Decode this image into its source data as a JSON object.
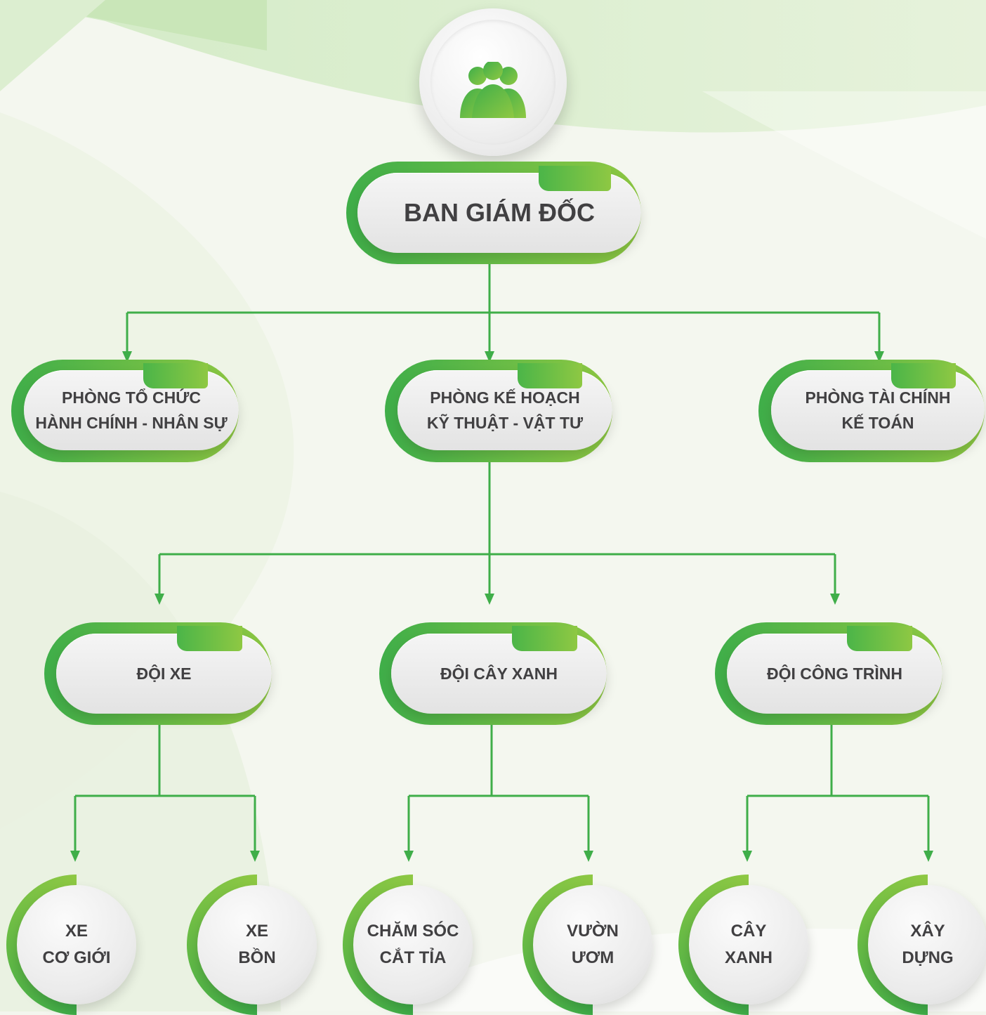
{
  "colors": {
    "accent_dark": "#3fae49",
    "accent_light": "#8ec843",
    "text": "#414042",
    "connector": "#3fae49"
  },
  "icon": "people-group-icon",
  "root": {
    "label": "BAN GIÁM ĐỐC"
  },
  "departments": [
    {
      "lines": [
        "PHÒNG TỔ CHỨC",
        "HÀNH CHÍNH - NHÂN SỰ"
      ]
    },
    {
      "lines": [
        "PHÒNG KẾ HOẠCH",
        "KỸ THUẬT - VẬT TƯ"
      ]
    },
    {
      "lines": [
        "PHÒNG TÀI CHÍNH",
        "KẾ TOÁN"
      ]
    }
  ],
  "teams": [
    {
      "label": "ĐỘI XE"
    },
    {
      "label": "ĐỘI CÂY XANH"
    },
    {
      "label": "ĐỘI CÔNG TRÌNH"
    }
  ],
  "units": [
    {
      "lines": [
        "XE",
        "CƠ GIỚI"
      ]
    },
    {
      "lines": [
        "XE",
        "BỒN"
      ]
    },
    {
      "lines": [
        "CHĂM SÓC",
        "CẮT TỈA"
      ]
    },
    {
      "lines": [
        "VƯỜN",
        "ƯƠM"
      ]
    },
    {
      "lines": [
        "CÂY",
        "XANH"
      ]
    },
    {
      "lines": [
        "XÂY",
        "DỰNG"
      ]
    }
  ]
}
